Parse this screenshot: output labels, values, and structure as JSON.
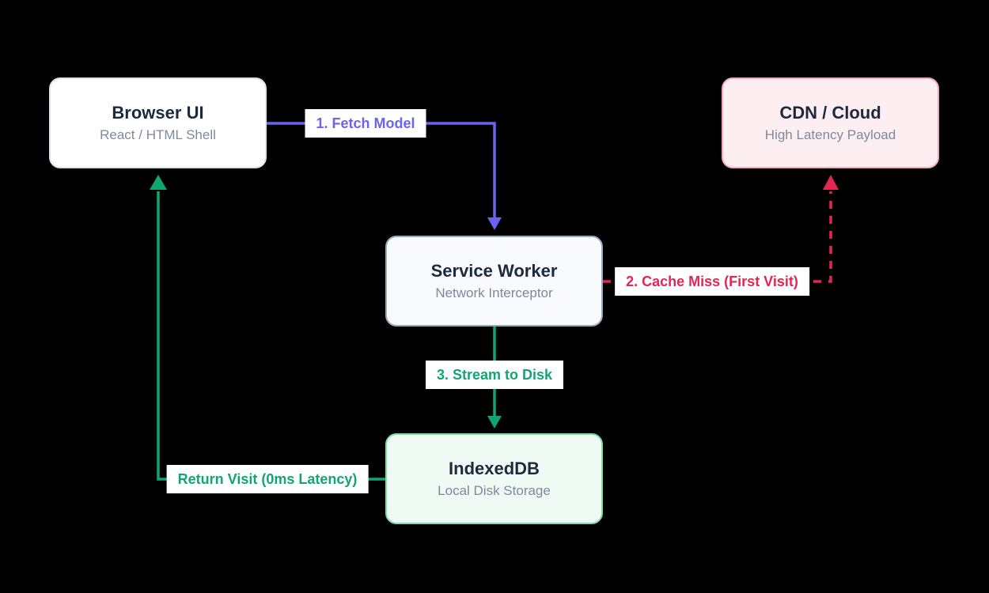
{
  "palette": {
    "canvas-bg": "#000000",
    "title-color": "#1d2a3e",
    "subtitle-color": "#7e8a9b",
    "label-bg": "#ffffff"
  },
  "nodes": {
    "browser_ui": {
      "title": "Browser UI",
      "subtitle": "React / HTML Shell",
      "bg": "#ffffff",
      "border": "#dde4ee"
    },
    "cdn": {
      "title": "CDN / Cloud",
      "subtitle": "High Latency Payload",
      "bg": "#fdeff1",
      "border": "#f7abba"
    },
    "service_worker": {
      "title": "Service Worker",
      "subtitle": "Network Interceptor",
      "bg": "#f8fafd",
      "border": "#9aa8bd"
    },
    "indexeddb": {
      "title": "IndexedDB",
      "subtitle": "Local Disk Storage",
      "bg": "#eefaf3",
      "border": "#7edcab"
    }
  },
  "edges": {
    "fetch_model": {
      "label": "1. Fetch Model",
      "color": "#6d63f1",
      "style": "solid",
      "from": "browser_ui",
      "to": "service_worker"
    },
    "cache_miss": {
      "label": "2. Cache Miss (First Visit)",
      "color": "#e52553",
      "style": "dashed",
      "from": "service_worker",
      "to": "cdn"
    },
    "stream_to_disk": {
      "label": "3. Stream to Disk",
      "color": "#12a572",
      "style": "solid",
      "from": "service_worker",
      "to": "indexeddb"
    },
    "return_visit": {
      "label": "Return Visit (0ms Latency)",
      "color": "#12a572",
      "style": "solid",
      "from": "indexeddb",
      "to": "browser_ui"
    }
  }
}
